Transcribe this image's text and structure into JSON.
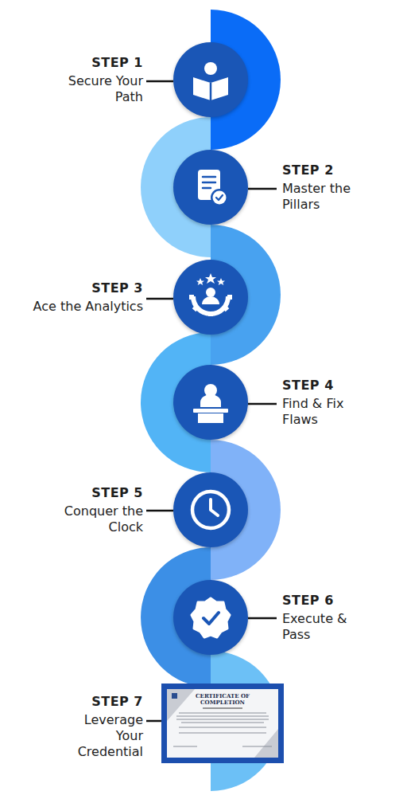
{
  "diagram": {
    "nodes": [
      {
        "text": [
          "STEP 1",
          "Secure Your Path"
        ]
      },
      {
        "text": [
          "STEP 2",
          "Master the Pillars"
        ]
      },
      {
        "text": [
          "STEP 3",
          "Ace the Analytics"
        ]
      },
      {
        "text": [
          "STEP 4",
          "Find & Fix Flaws"
        ]
      },
      {
        "text": [
          "STEP 5",
          "Conquer the Clock"
        ]
      },
      {
        "text": [
          "STEP 6",
          "Execute & Pass"
        ]
      },
      {
        "text": [
          "STEP 7",
          "Leverage Your Credential"
        ]
      }
    ],
    "labels": [
      "CERTIFICATE OF COMPLETION"
    ]
  }
}
